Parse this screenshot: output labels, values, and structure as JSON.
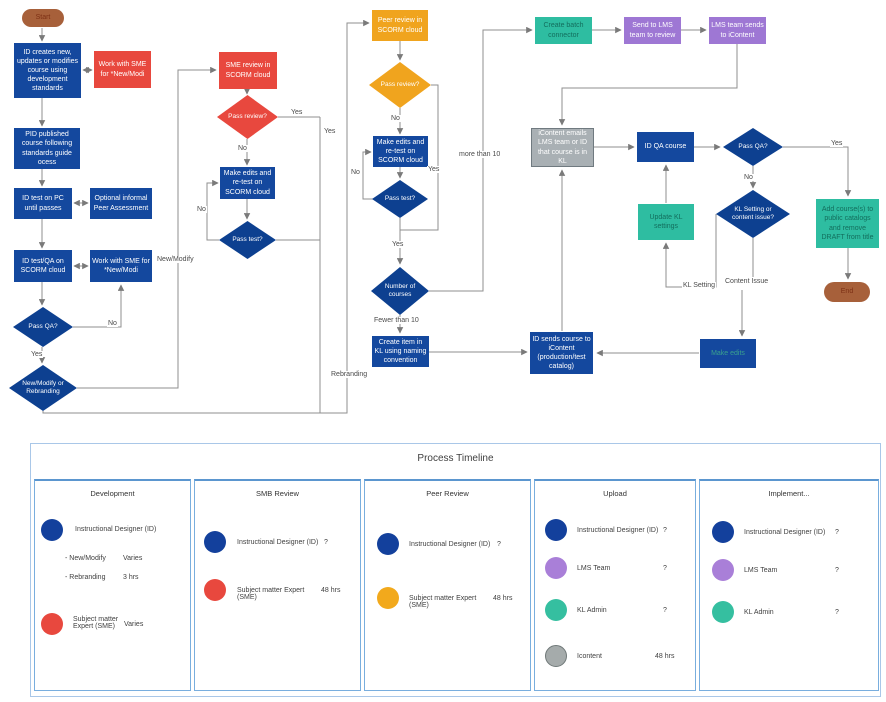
{
  "flowchart": {
    "nodes": {
      "start": "Start",
      "create_course": "ID creates new, updates or modifies course using development standards",
      "work_sme_new_mod_1": "Work with SME for *New/Modi",
      "published": "PID published course following standards guide ocess",
      "test_on_pc": "ID test on PC until passes",
      "optional_peer": "Optional informal Peer Assessment",
      "test_qa_scorm": "ID test/QA on SCORM cloud",
      "work_sme_new_mod_2": "Work with SME for *New/Modi",
      "pass_qa_1": "Pass QA?",
      "new_modify_or_rebranding": "New/Modify or Rebranding",
      "sme_review": "SME review in SCORM cloud",
      "pass_review_sme": "Pass review?",
      "make_edits_sme": "Make edits and re-test on SCORM cloud",
      "pass_test_sme": "Pass test?",
      "peer_review": "Peer review in SCORM cloud",
      "pass_review_peer": "Pass review?",
      "make_edits_peer": "Make edits and re-test on SCORM cloud",
      "pass_test_peer": "Pass test?",
      "number_of_courses": "Number of courses",
      "create_item_kl": "Create item in KL using naming convention",
      "create_batch_connector": "Create batch connector",
      "send_to_lms": "Send to LMS team to review",
      "lms_sends_icontent": "LMS team sends to iContent",
      "icontent_emails": "iContent emails LMS team or ID that course is in KL",
      "id_qa_course": "ID QA course",
      "pass_qa_2": "Pass QA?",
      "update_kl_settings": "Update KL settings",
      "kl_setting_or_content": "KL Setting or content issue?",
      "add_courses_catalog": "Add course(s) to public catalogs and remove DRAFT from title",
      "id_sends_course": "ID sends course to iContent (production/test catalog)",
      "make_edits_final": "Make edits",
      "end": "End"
    },
    "labels": {
      "yes": "Yes",
      "no": "No",
      "new_modify": "New/Modify",
      "rebranding": "Rebranding",
      "fewer_than_10": "Fewer than 10",
      "more_than_10": "more than 10",
      "kl_setting": "KL Setting",
      "content_issue": "Content Issue"
    }
  },
  "timeline": {
    "title": "Process Timeline",
    "lanes": [
      {
        "header": "Development",
        "items": [
          {
            "label": "Instructional Designer (ID)",
            "value": ""
          },
          {
            "label": "- New/Modify",
            "value": "Varies"
          },
          {
            "label": "- Rebranding",
            "value": "3 hrs"
          },
          {
            "label": "Subject matter Expert (SME)",
            "value": "Varies"
          }
        ]
      },
      {
        "header": "SMB Review",
        "items": [
          {
            "label": "Instructional Designer (ID)",
            "value": "?"
          },
          {
            "label": "Subject matter Expert (SME)",
            "value": "48 hrs"
          }
        ]
      },
      {
        "header": "Peer Review",
        "items": [
          {
            "label": "Instructional Designer (ID)",
            "value": "?"
          },
          {
            "label": "Subject matter Expert (SME)",
            "value": "48 hrs"
          }
        ]
      },
      {
        "header": "Upload",
        "items": [
          {
            "label": "Instructional Designer (ID)",
            "value": "?"
          },
          {
            "label": "LMS Team",
            "value": "?"
          },
          {
            "label": "KL Admin",
            "value": "?"
          },
          {
            "label": "Icontent",
            "value": "48 hrs"
          }
        ]
      },
      {
        "header": "Implement...",
        "items": [
          {
            "label": "Instructional Designer (ID)",
            "value": "?"
          },
          {
            "label": "LMS Team",
            "value": "?"
          },
          {
            "label": "KL Admin",
            "value": "?"
          }
        ]
      }
    ]
  },
  "colors": {
    "process_blue": "#14489e",
    "diamond_blue": "#0d4090",
    "alert_red": "#e8483e",
    "peer_orange": "#f0a41e",
    "teal_green": "#2ebda1",
    "lms_purple": "#9e77d4",
    "gray_box": "#a9b0b4",
    "terminator_brown": "#a7603a",
    "connector_gray": "#8f8f8f",
    "timeline_border_blue": "#79aede"
  }
}
